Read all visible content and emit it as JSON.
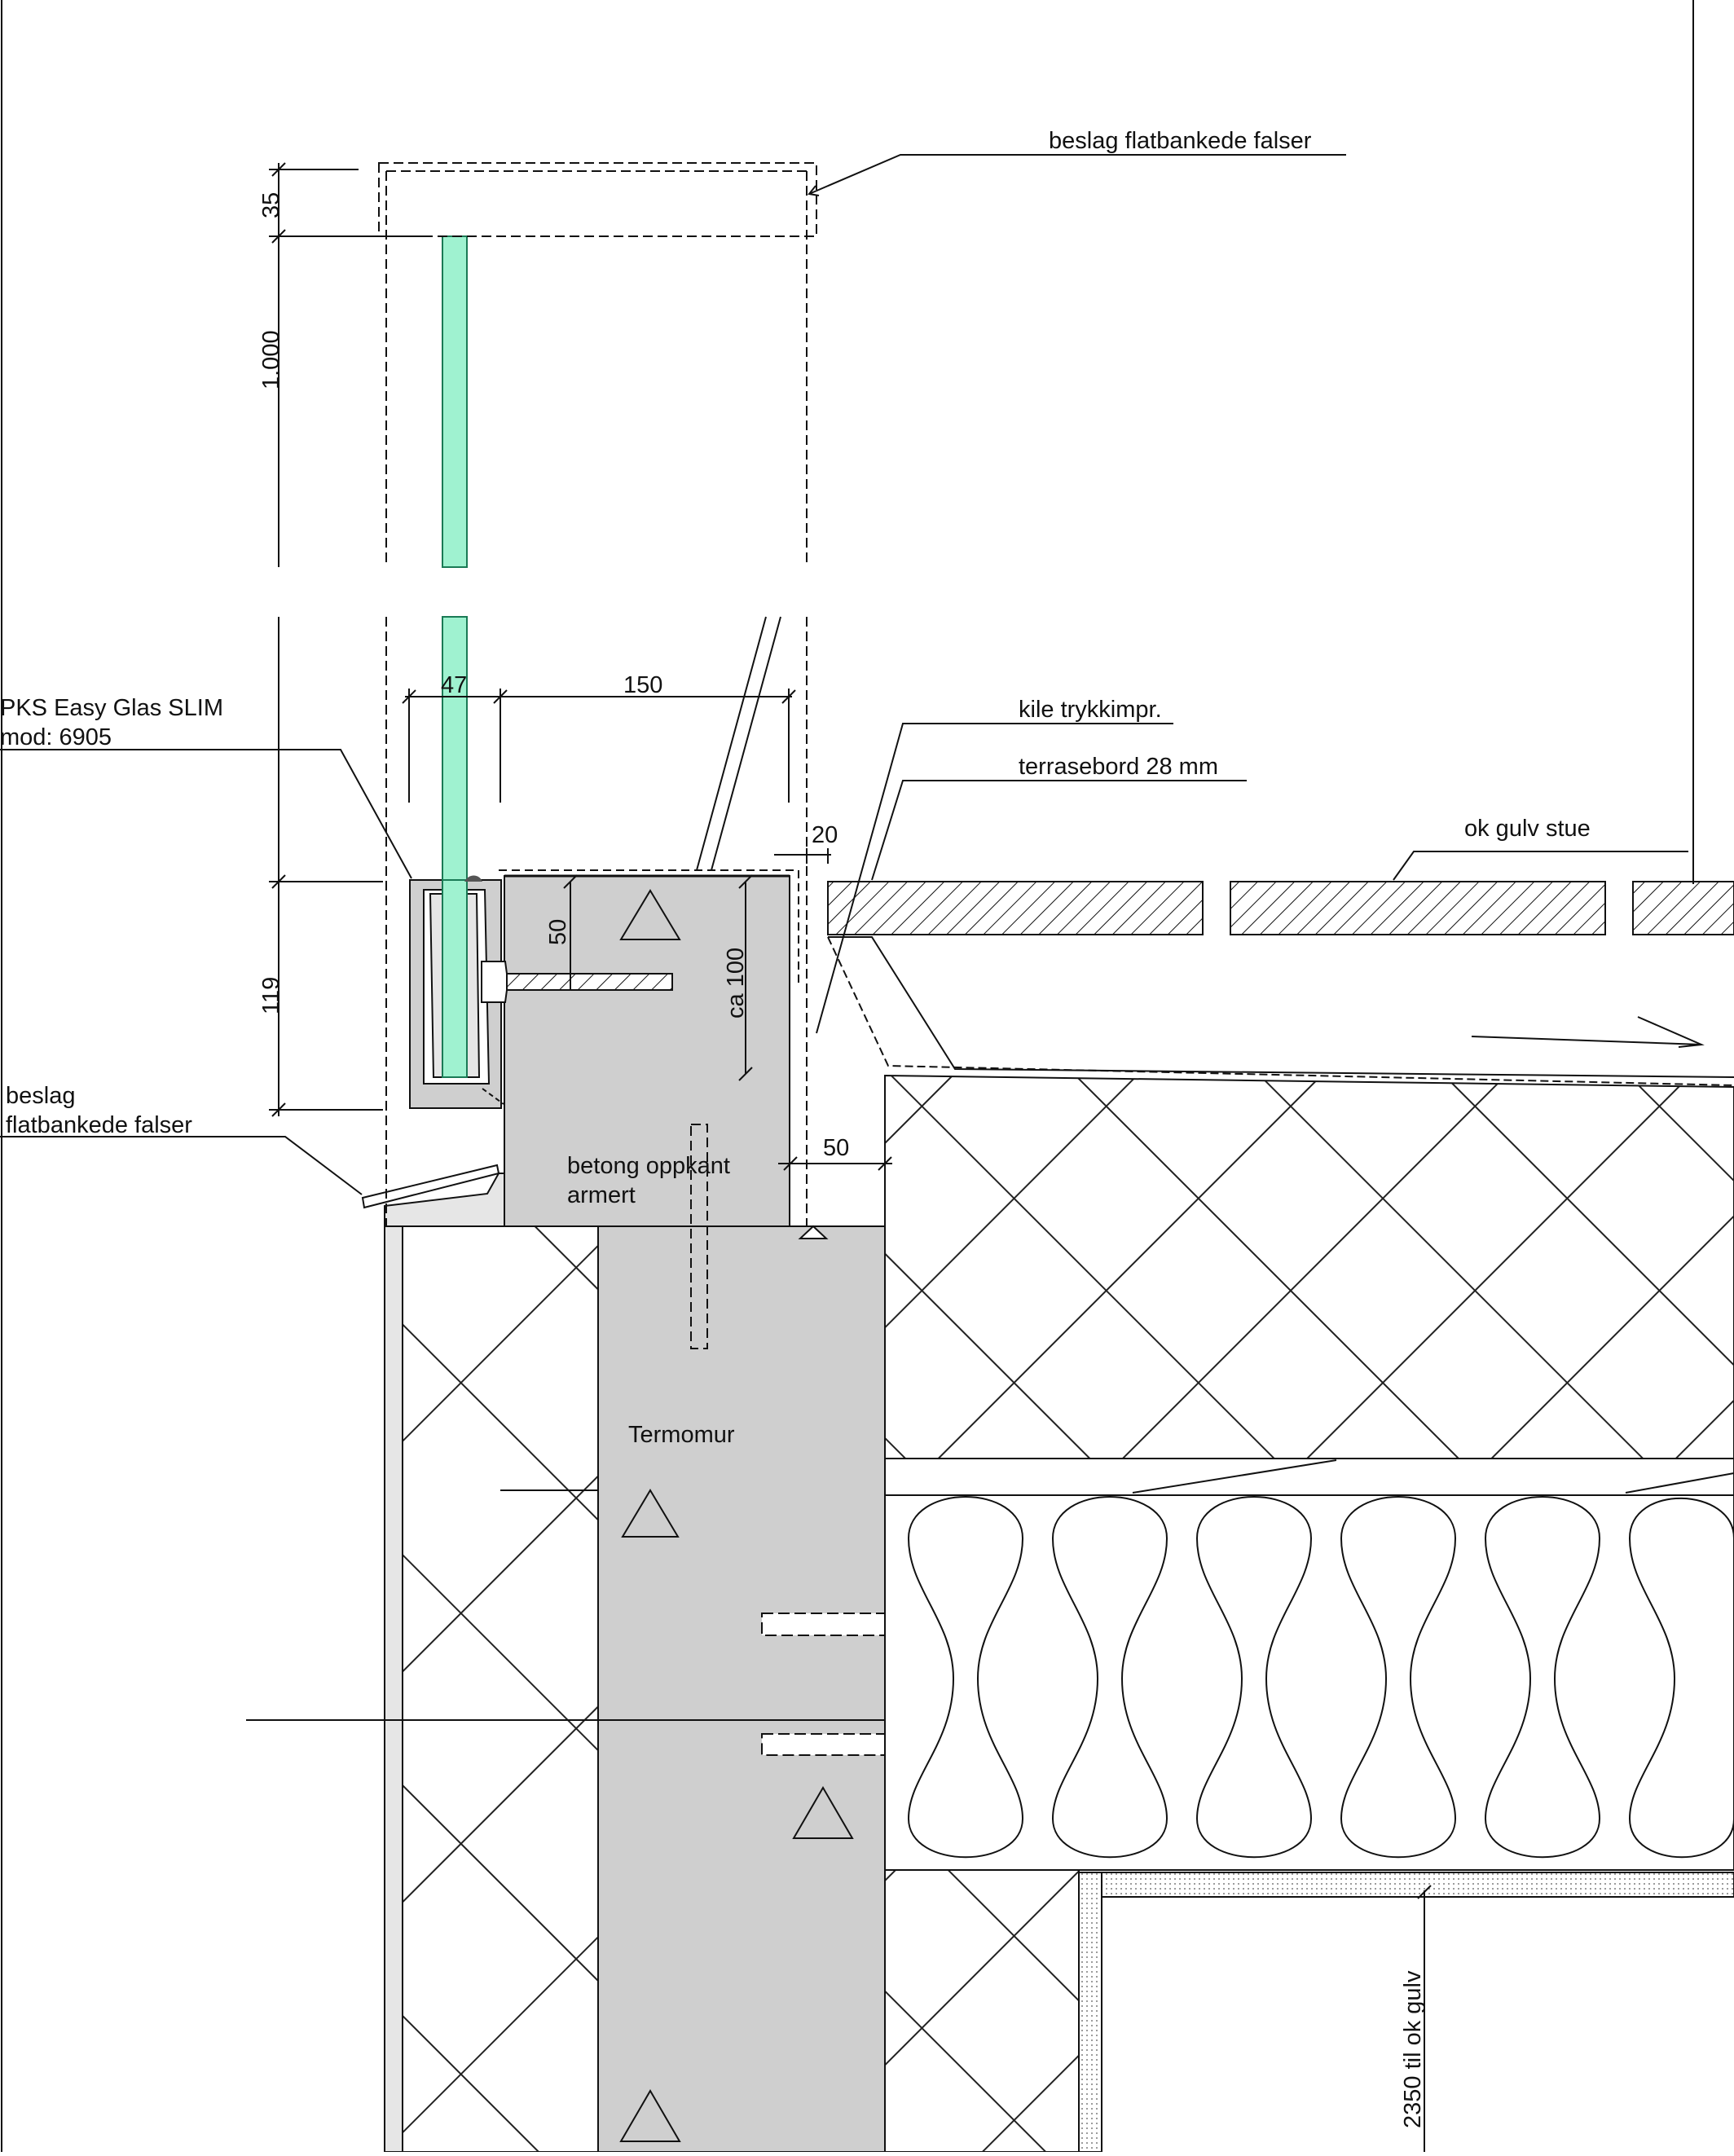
{
  "labels": {
    "beslag_top": "beslag flatbankede falser",
    "pks_line1": "PKS Easy Glas SLIM",
    "pks_line2": "mod: 6905",
    "kile": "kile trykkimpr.",
    "terrasebord": "terrasebord 28 mm",
    "ok_gulv": "ok gulv stue",
    "beslag_left_1": "beslag",
    "beslag_left_2": "flatbankede falser",
    "betong_1": "betong oppkant",
    "betong_2": "armert",
    "termomur": "Termomur",
    "height_note": "2350 til ok gulv"
  },
  "dimensions": {
    "d35": "35",
    "d1000": "1.000",
    "d119": "119",
    "d47": "47",
    "d150": "150",
    "d20": "20",
    "d50_vertical": "50",
    "d_ca100": "ca 100",
    "d50_horizontal": "50"
  },
  "colors": {
    "glass": "#9ff2d0",
    "glass_edge": "#1a7a55",
    "concrete": "#cfcfcf",
    "profile": "#c7c7c7",
    "line": "#111111"
  }
}
